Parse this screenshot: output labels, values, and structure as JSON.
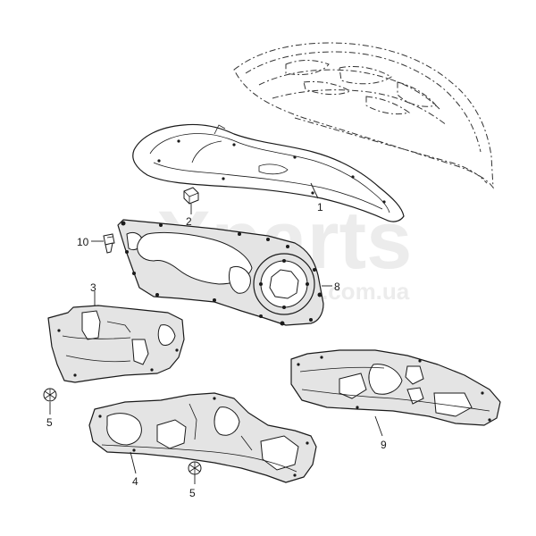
{
  "watermark": {
    "brand": "Xparts",
    "domain": ".com.ua"
  },
  "parts": [
    {
      "id": "p1",
      "number": "1"
    },
    {
      "id": "p2",
      "number": "2"
    },
    {
      "id": "p3",
      "number": "3"
    },
    {
      "id": "p4",
      "number": "4"
    },
    {
      "id": "p5a",
      "number": "5"
    },
    {
      "id": "p5b",
      "number": "5"
    },
    {
      "id": "p8",
      "number": "8"
    },
    {
      "id": "p9",
      "number": "9"
    },
    {
      "id": "p10",
      "number": "10"
    }
  ]
}
